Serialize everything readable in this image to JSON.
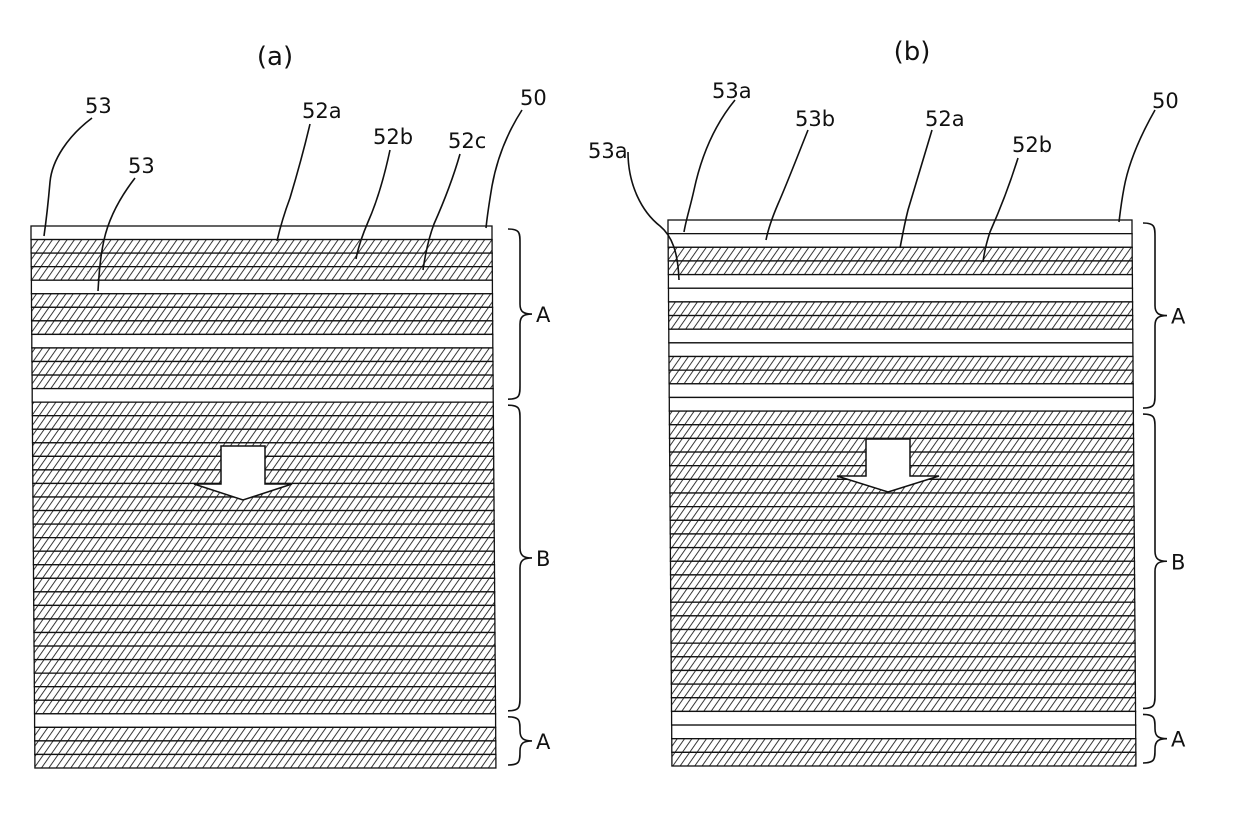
{
  "figure_a": {
    "caption": "(a)",
    "labels": {
      "l53_top": "53",
      "l53_inner": "53",
      "l52a": "52a",
      "l52b": "52b",
      "l52c": "52c",
      "l50": "50"
    },
    "layers": [
      "sep",
      "hatch",
      "hatch",
      "hatch",
      "sep",
      "hatch",
      "hatch",
      "hatch",
      "sep",
      "hatch",
      "hatch",
      "hatch",
      "sep",
      "hatch",
      "hatch",
      "hatch",
      "hatch",
      "hatch",
      "hatch",
      "hatch",
      "hatch",
      "hatch",
      "hatch",
      "hatch",
      "hatch",
      "hatch",
      "hatch",
      "hatch",
      "hatch",
      "hatch",
      "hatch",
      "hatch",
      "hatch",
      "hatch",
      "hatch",
      "hatch",
      "sep",
      "hatch",
      "hatch",
      "hatch"
    ],
    "braces": [
      {
        "label": "A",
        "from": 0,
        "to": 13
      },
      {
        "label": "B",
        "from": 13,
        "to": 36
      },
      {
        "label": "A",
        "from": 36,
        "to": 40
      }
    ]
  },
  "figure_b": {
    "caption": "(b)",
    "labels": {
      "l53a_left": "53a",
      "l53a_top": "53a",
      "l53b": "53b",
      "l52a": "52a",
      "l52b": "52b",
      "l50": "50"
    },
    "layers": [
      "sep",
      "sep",
      "hatch",
      "hatch",
      "sep",
      "sep",
      "hatch",
      "hatch",
      "sep",
      "sep",
      "hatch",
      "hatch",
      "sep",
      "sep",
      "hatch",
      "hatch",
      "hatch",
      "hatch",
      "hatch",
      "hatch",
      "hatch",
      "hatch",
      "hatch",
      "hatch",
      "hatch",
      "hatch",
      "hatch",
      "hatch",
      "hatch",
      "hatch",
      "hatch",
      "hatch",
      "hatch",
      "hatch",
      "hatch",
      "hatch",
      "sep",
      "sep",
      "hatch",
      "hatch"
    ],
    "braces": [
      {
        "label": "A",
        "from": 0,
        "to": 14
      },
      {
        "label": "B",
        "from": 14,
        "to": 36
      },
      {
        "label": "A",
        "from": 36,
        "to": 40
      }
    ]
  }
}
